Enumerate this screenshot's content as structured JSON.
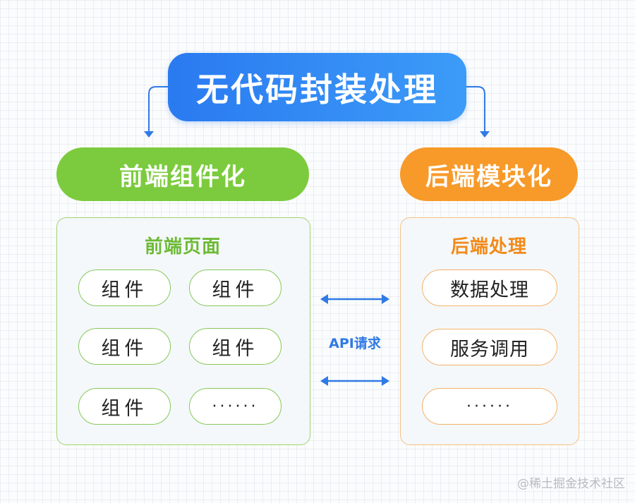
{
  "title": "无代码封装处理",
  "frontend": {
    "header": "前端组件化",
    "panel_title": "前端页面",
    "items": [
      "组件",
      "组件",
      "组件",
      "组件",
      "组件",
      "······"
    ]
  },
  "backend": {
    "header": "后端模块化",
    "panel_title": "后端处理",
    "items": [
      "数据处理",
      "服务调用",
      "······"
    ]
  },
  "connector": {
    "label": "API请求"
  },
  "watermark": "@稀土掘金技术社区",
  "colors": {
    "title_blue": "#2a7af0",
    "frontend_green": "#7ccb3e",
    "backend_orange": "#f79a2a",
    "arrow_blue": "#2f7ae5"
  }
}
